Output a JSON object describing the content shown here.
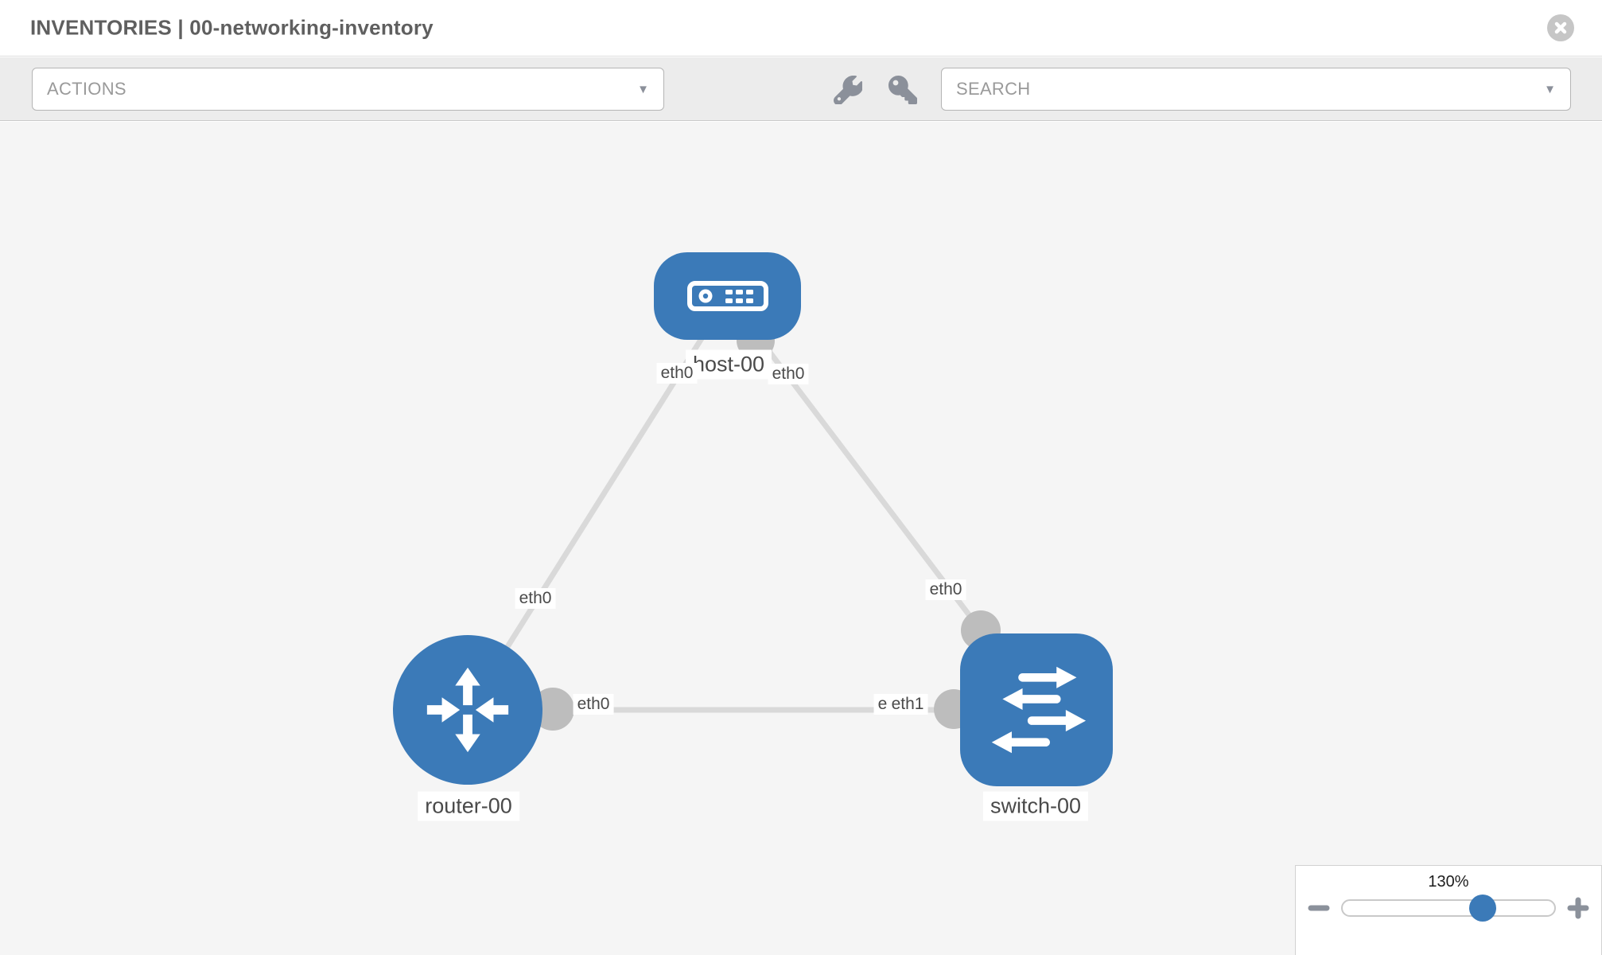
{
  "window": {
    "title": "INVENTORIES | 00-networking-inventory"
  },
  "icons": {
    "close_glyph": "✕",
    "dropdown_caret": "▼",
    "toolbar_icons": [
      "wrench-icon",
      "key-icon"
    ]
  },
  "toolbar": {
    "actions": {
      "label": "ACTIONS"
    },
    "search": {
      "label": "SEARCH"
    }
  },
  "diagram": {
    "nodes": [
      {
        "label": "host-00",
        "type": "host"
      },
      {
        "label": "router-00",
        "type": "router"
      },
      {
        "label": "switch-00",
        "type": "switch"
      }
    ],
    "links": [
      {
        "from": "host-00",
        "from_interface": "eth0",
        "to": "router-00",
        "to_interface": "eth0"
      },
      {
        "from": "host-00",
        "from_interface": "eth0",
        "to": "switch-00",
        "to_interface": "eth0"
      },
      {
        "from": "router-00",
        "from_interface": "eth0",
        "to": "switch-00",
        "to_interface": "eth1"
      }
    ],
    "interfaces": {
      "host_side_left": "eth0",
      "host_side_right": "eth0",
      "router_side_top": "eth0",
      "switch_side_top": "eth0",
      "router_side_right": "eth0",
      "switch_side_left_back": "eth0",
      "switch_side_left_front": "eth1"
    }
  },
  "zoom_control": {
    "level": "130%",
    "minus_icon": "−",
    "plus_icon": "+"
  },
  "colors": {
    "node_blue": "#3b7ab8",
    "link_gray": "#d9d9d9",
    "stub_gray": "#bdbdbd",
    "canvas_gray": "#f5f5f5",
    "toolbar_gray": "#ececec"
  }
}
